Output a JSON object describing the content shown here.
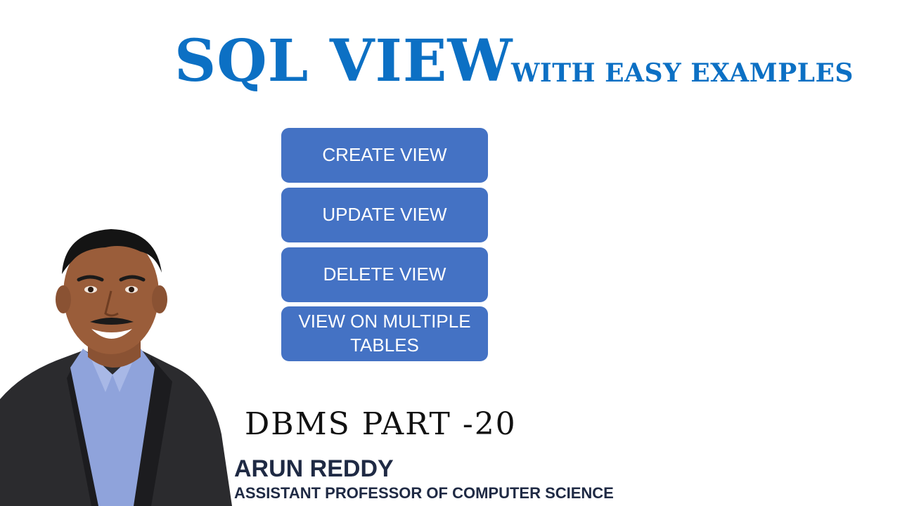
{
  "title": "SQL VIEW",
  "subtitle": "WITH EASY EXAMPLES",
  "topics": [
    "CREATE VIEW",
    "UPDATE VIEW",
    "DELETE VIEW",
    "VIEW ON MULTIPLE TABLES"
  ],
  "series_label": "DBMS PART -20",
  "presenter": {
    "name": "ARUN REDDY",
    "role": "ASSISTANT PROFESSOR OF COMPUTER SCIENCE"
  },
  "colors": {
    "title": "#0c70c4",
    "topic_box": "#4472c4",
    "topic_text": "#ffffff",
    "presenter_text": "#1f2a44"
  }
}
